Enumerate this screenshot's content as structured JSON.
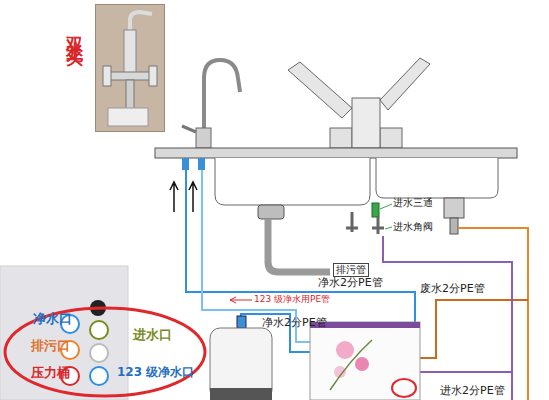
{
  "diagram": {
    "nodes": [
      {
        "text": [
          "双水龙头"
        ]
      },
      {
        "text": [
          "净水口",
          "进水口",
          "排污口",
          "压力桶",
          "123 级净水口"
        ]
      }
    ],
    "labels": [
      "进水三通",
      "进水角阀",
      "排污管",
      "净水2分PE管",
      "废水2分PE管",
      "123 级净水用PE管",
      "净水2分PE管",
      "进水2分PE管"
    ]
  }
}
